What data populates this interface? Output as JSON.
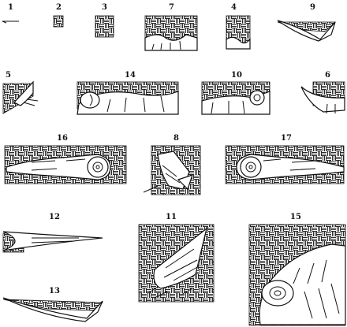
{
  "figures": [
    {
      "label": "1"
    },
    {
      "label": "2"
    },
    {
      "label": "3"
    },
    {
      "label": "7"
    },
    {
      "label": "4"
    },
    {
      "label": "9"
    },
    {
      "label": "5"
    },
    {
      "label": "14"
    },
    {
      "label": "10"
    },
    {
      "label": "6"
    },
    {
      "label": "16"
    },
    {
      "label": "8"
    },
    {
      "label": "17"
    },
    {
      "label": "12"
    },
    {
      "label": "11"
    },
    {
      "label": "15"
    },
    {
      "label": "13"
    }
  ]
}
